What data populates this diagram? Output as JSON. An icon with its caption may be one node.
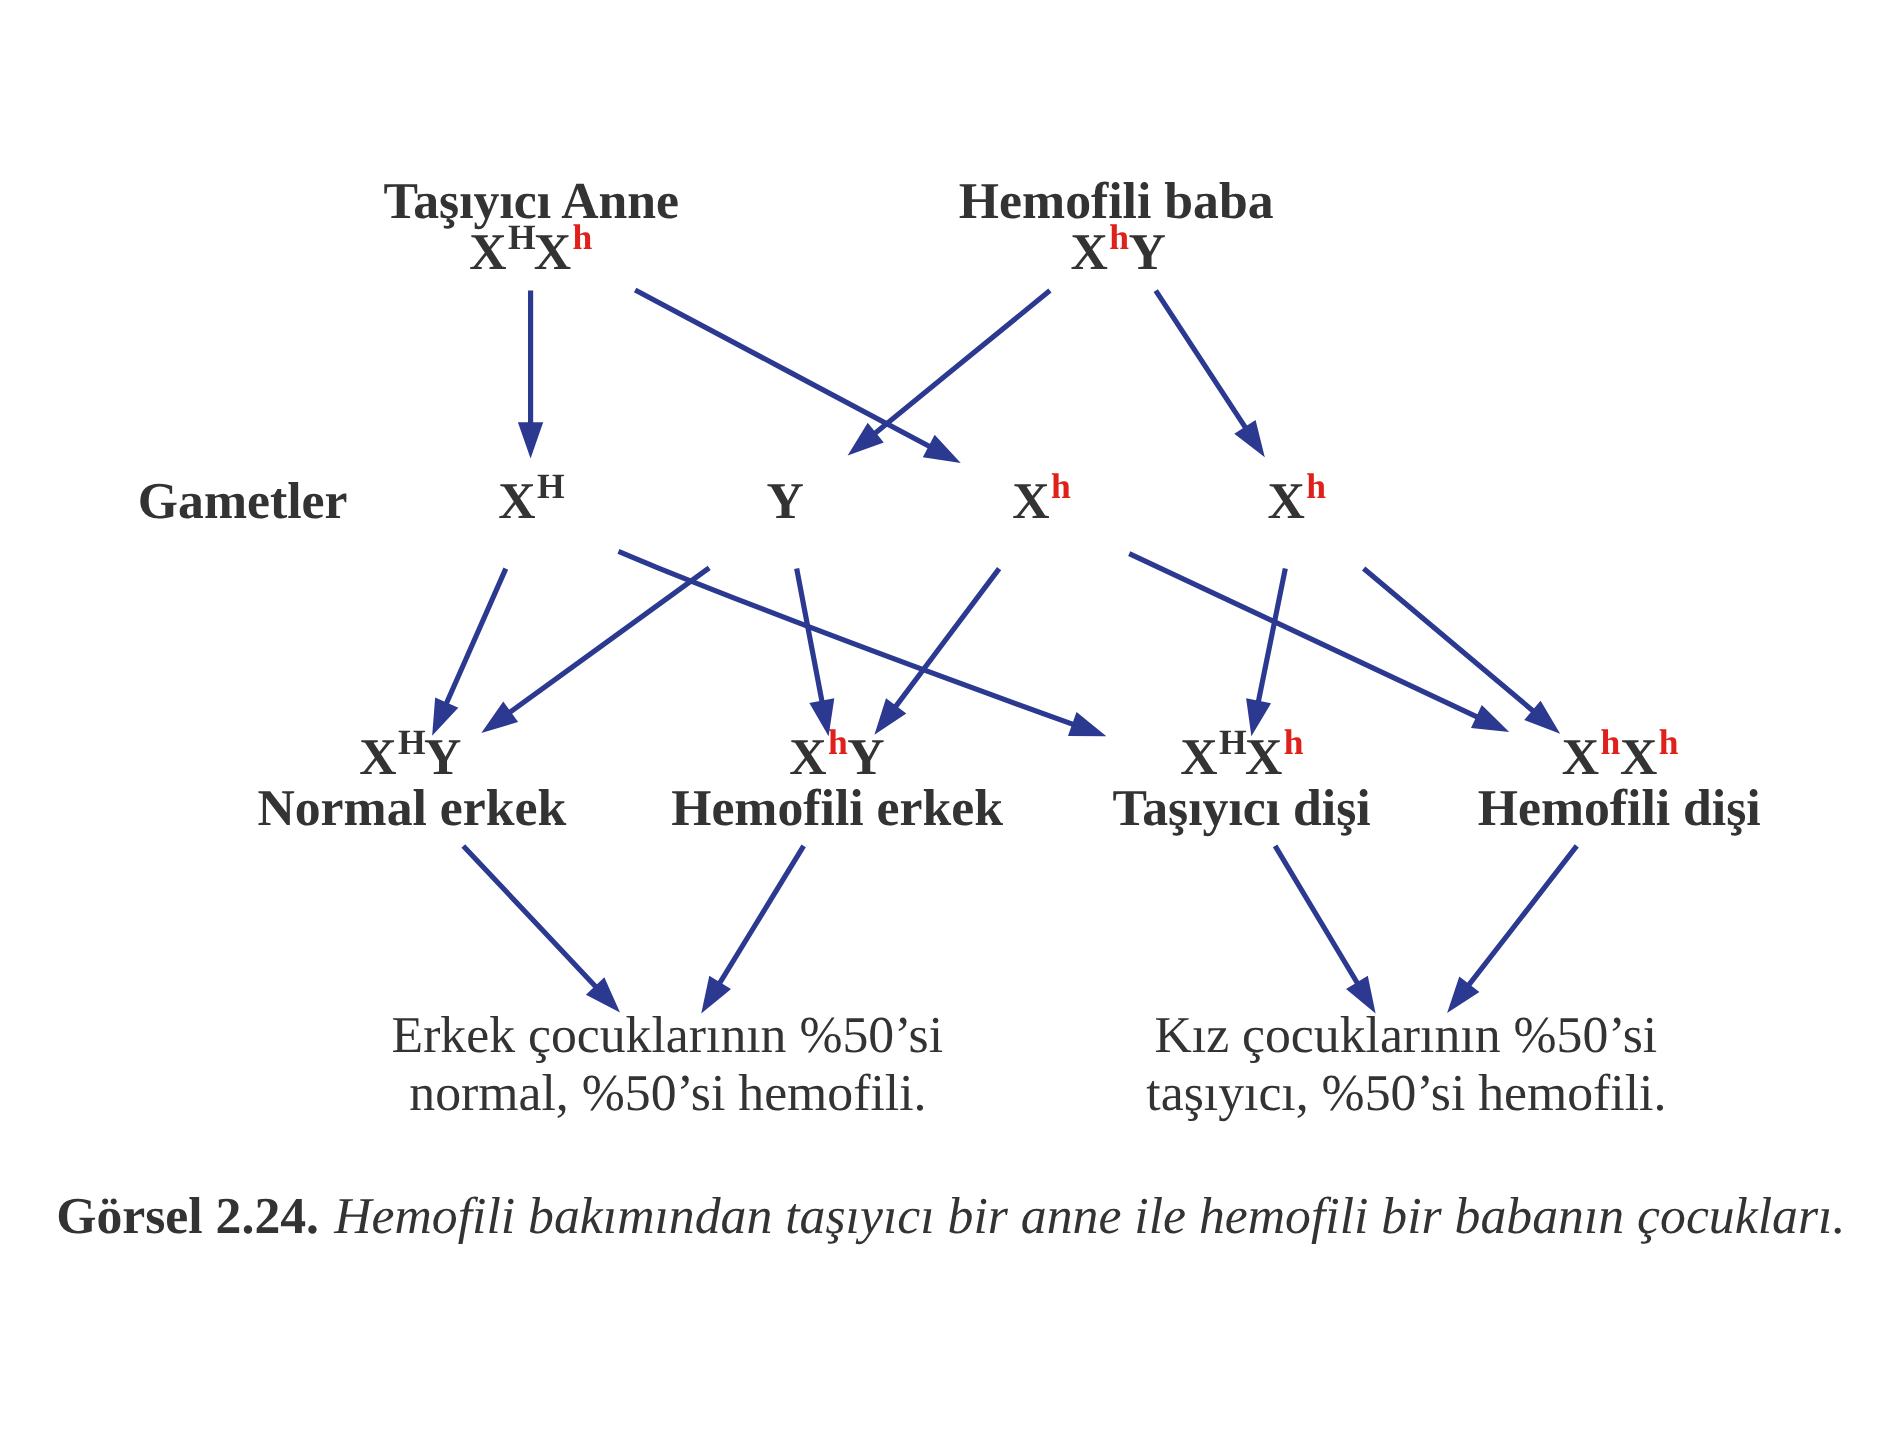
{
  "diagram": {
    "caption": "**Görsel 2.24.** *Hemofili bakımından taşıyıcı bir anne ile hemofili bir babanın çocukları.*",
    "nodes": [
      {
        "text": [
          "Taşıyıcı Anne",
          "X$^{H}$X$^{h}$"
        ]
      },
      {
        "text": [
          "Hemofili baba",
          "X$^{h}$Y"
        ]
      },
      {
        "text": [
          "X$^{H}$"
        ]
      },
      {
        "text": [
          "X$^{h}$"
        ]
      },
      {
        "text": [
          "X$^{h}$"
        ]
      },
      {
        "text": [
          "Y"
        ]
      },
      {
        "text": [
          "X$^{H}$X$^{h}$",
          "Taşıyıcı dişi"
        ]
      },
      {
        "text": [
          "X$^{h}$X$^{h}$",
          "Hemofili dişi"
        ]
      },
      {
        "text": [
          "X$^{H}$Y",
          "Normal erkek"
        ]
      },
      {
        "text": [
          "X$^{h}$Y",
          "Hemofili erkek"
        ]
      },
      {
        "text": [
          "Kız çocuklarının %50’si taşıyıcı, %50’si hemofili."
        ]
      },
      {
        "text": [
          "Erkek çocuklarının %50’si normal, %50’si hemofili."
        ]
      }
    ],
    "edges": [
      {
        "from": 0,
        "to": 2,
        "arrow": "to"
      },
      {
        "from": 0,
        "to": 3,
        "arrow": "to"
      },
      {
        "from": 1,
        "to": 4,
        "arrow": "to"
      },
      {
        "from": 1,
        "to": 5,
        "arrow": "to"
      },
      {
        "from": 2,
        "to": 6,
        "arrow": "to"
      },
      {
        "from": 2,
        "to": 8,
        "arrow": "to"
      },
      {
        "from": 3,
        "to": 7,
        "arrow": "to"
      },
      {
        "from": 3,
        "to": 9,
        "arrow": "to"
      },
      {
        "from": 4,
        "to": 6,
        "arrow": "to"
      },
      {
        "from": 4,
        "to": 7,
        "arrow": "to"
      },
      {
        "from": 5,
        "to": 8,
        "arrow": "to"
      },
      {
        "from": 5,
        "to": 9,
        "arrow": "to"
      },
      {
        "from": 6,
        "to": 10,
        "arrow": "to"
      },
      {
        "from": 7,
        "to": 10,
        "arrow": "to"
      },
      {
        "from": 8,
        "to": 11,
        "arrow": "to"
      },
      {
        "from": 9,
        "to": 11,
        "arrow": "to"
      }
    ],
    "labels": [
      "Gametler"
    ]
  }
}
